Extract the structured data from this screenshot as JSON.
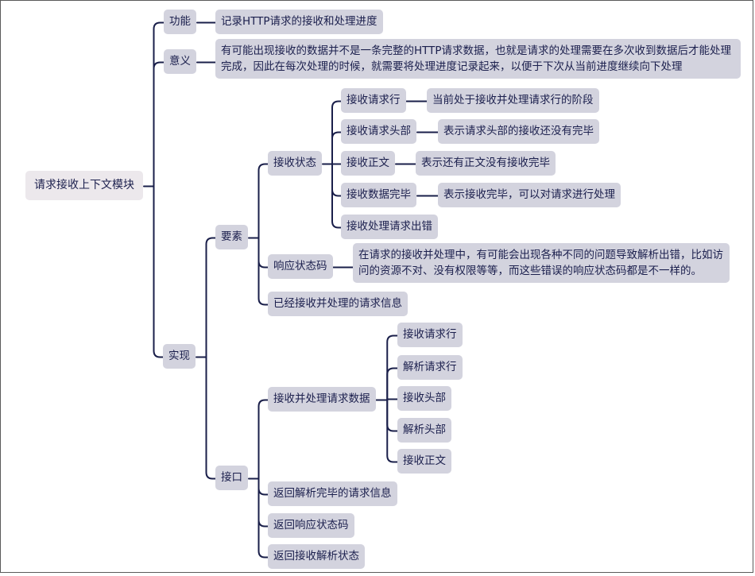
{
  "root": {
    "label": "请求接收上下文模块"
  },
  "func": {
    "label": "功能",
    "desc": "记录HTTP请求的接收和处理进度"
  },
  "meaning": {
    "label": "意义",
    "desc": "有可能出现接收的数据并不是一条完整的HTTP请求数据，也就是请求的处理需要在多次收到数据后才能处理完成，因此在每次处理的时候，就需要将处理进度记录起来，以便于下次从当前进度继续向下处理"
  },
  "impl": {
    "label": "实现",
    "elements": {
      "label": "要素",
      "recv_state": {
        "label": "接收状态",
        "states": [
          {
            "label": "接收请求行",
            "desc": "当前处于接收并处理请求行的阶段"
          },
          {
            "label": "接收请求头部",
            "desc": "表示请求头部的接收还没有完毕"
          },
          {
            "label": "接收正文",
            "desc": "表示还有正文没有接收完毕"
          },
          {
            "label": "接收数据完毕",
            "desc": "表示接收完毕，可以对请求进行处理"
          },
          {
            "label": "接收处理请求出错"
          }
        ]
      },
      "status_code": {
        "label": "响应状态码",
        "desc": "在请求的接收并处理中，有可能会出现各种不同的问题导致解析出错，比如访问的资源不对、没有权限等等，而这些错误的响应状态码都是不一样的。"
      },
      "parsed_info": {
        "label": "已经接收并处理的请求信息"
      }
    },
    "interface": {
      "label": "接口",
      "recv_process": {
        "label": "接收并处理请求数据",
        "steps": [
          "接收请求行",
          "解析请求行",
          "接收头部",
          "解析头部",
          "接收正文"
        ]
      },
      "return_info": {
        "label": "返回解析完毕的请求信息"
      },
      "return_code": {
        "label": "返回响应状态码"
      },
      "return_state": {
        "label": "返回接收解析状态"
      }
    }
  }
}
